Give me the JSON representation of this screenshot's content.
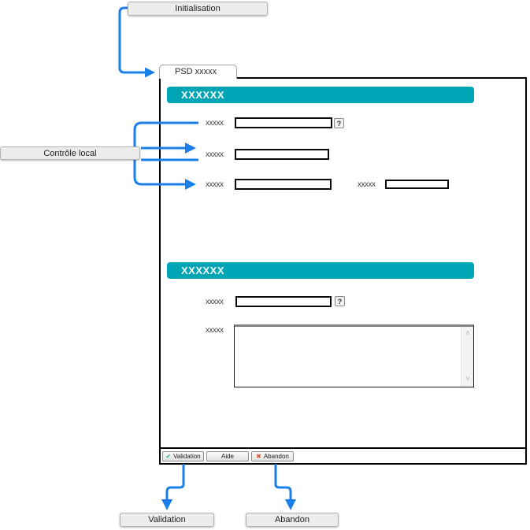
{
  "colors": {
    "accent_blue": "#1a7fe8",
    "header_teal": "#00a5b5",
    "check_green": "#2eb573",
    "cross_red": "#e8512e"
  },
  "flow": {
    "initialisation": "Initialisation",
    "controle_local": "Contrôle local",
    "validation": "Validation",
    "abandon": "Abandon"
  },
  "form": {
    "tab": "PSD xxxxx",
    "section1": {
      "title": "XXXXXX",
      "field1": {
        "label": "xxxxx",
        "value": "",
        "help": "?"
      },
      "field2": {
        "label": "xxxxx",
        "value": ""
      },
      "field3a": {
        "label": "xxxxx",
        "value": ""
      },
      "field3b": {
        "label": "xxxxx",
        "value": ""
      }
    },
    "section2": {
      "title": "XXXXXX",
      "field4": {
        "label": "xxxxx",
        "value": "",
        "help": "?"
      },
      "textarea": {
        "label": "xxxxx",
        "value": ""
      }
    },
    "buttons": {
      "validation": "Validation",
      "aide": "Aide",
      "abandon": "Abandon"
    }
  },
  "icons": {
    "check": "✔",
    "cross": "✖",
    "scroll_up": "˄",
    "scroll_down": "˅"
  }
}
